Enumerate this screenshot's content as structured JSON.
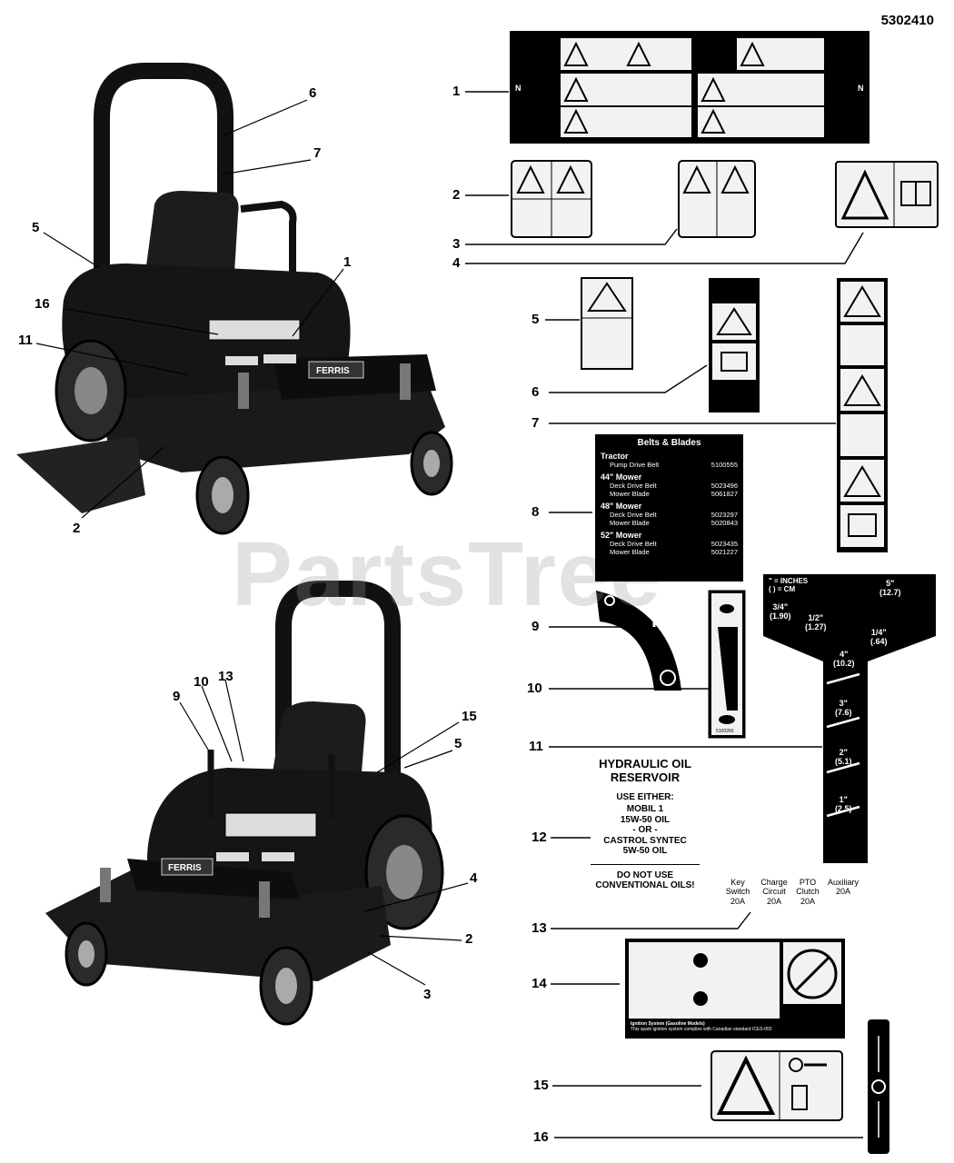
{
  "diagram_code": "5302410",
  "watermark": "PartsTree",
  "callouts": [
    "1",
    "2",
    "3",
    "4",
    "5",
    "6",
    "7",
    "8",
    "9",
    "10",
    "11",
    "12",
    "13",
    "14",
    "15",
    "16"
  ],
  "machine_callouts_top": [
    "6",
    "7",
    "5",
    "1",
    "16",
    "11",
    "2"
  ],
  "machine_callouts_bottom": [
    "9",
    "10",
    "13",
    "15",
    "5",
    "4",
    "2",
    "3"
  ],
  "belts_blades": {
    "title": "Belts & Blades",
    "sections": [
      {
        "name": "Tractor",
        "rows": [
          {
            "label": "Pump Drive Belt",
            "part": "5100555"
          }
        ]
      },
      {
        "name": "44\" Mower",
        "rows": [
          {
            "label": "Deck Drive Belt",
            "part": "5023496"
          },
          {
            "label": "Mower Blade",
            "part": "5061827"
          }
        ]
      },
      {
        "name": "48\" Mower",
        "rows": [
          {
            "label": "Deck Drive Belt",
            "part": "5023297"
          },
          {
            "label": "Mower Blade",
            "part": "5020843"
          }
        ]
      },
      {
        "name": "52\" Mower",
        "rows": [
          {
            "label": "Deck Drive Belt",
            "part": "5023435"
          },
          {
            "label": "Mower Blade",
            "part": "5021227"
          }
        ]
      }
    ]
  },
  "hydraulic_oil": {
    "title_line1": "HYDRAULIC OIL",
    "title_line2": "RESERVOIR",
    "use_either": "USE EITHER:",
    "opt1_line1": "MOBIL 1",
    "opt1_line2": "15W-50 OIL",
    "or": "- OR -",
    "opt2_line1": "CASTROL SYNTEC",
    "opt2_line2": "5W-50 OIL",
    "warn_line1": "DO NOT USE",
    "warn_line2": "CONVENTIONAL OILS!"
  },
  "fuses": [
    {
      "name": "Key Switch",
      "amps": "20A"
    },
    {
      "name": "Charge Circuit",
      "amps": "20A"
    },
    {
      "name": "PTO Clutch",
      "amps": "20A"
    },
    {
      "name": "Auxiliary",
      "amps": "20A"
    }
  ],
  "height_gauge": {
    "legend_line1": "\" = INCHES",
    "legend_line2": "( ) = CM",
    "marks": [
      {
        "in": "5\"",
        "cm": "(12.7)"
      },
      {
        "in": "3/4\"",
        "cm": "(1.90)"
      },
      {
        "in": "1/2\"",
        "cm": "(1.27)"
      },
      {
        "in": "1/4\"",
        "cm": "(.64)"
      },
      {
        "in": "4\"",
        "cm": "(10.2)"
      },
      {
        "in": "3\"",
        "cm": "(7.6)"
      },
      {
        "in": "2\"",
        "cm": "(5.1)"
      },
      {
        "in": "1\"",
        "cm": "(2.5)"
      }
    ]
  },
  "ignition_decal": {
    "line1": "Ignition System (Gasoline Models)",
    "line2": "This spark ignition system complies with Canadian standard ICES-002"
  },
  "throttle_decal_code": "5100260",
  "colors": {
    "ink": "#000000",
    "decal_bg": "#f2f2f2",
    "watermark": "#969696"
  }
}
